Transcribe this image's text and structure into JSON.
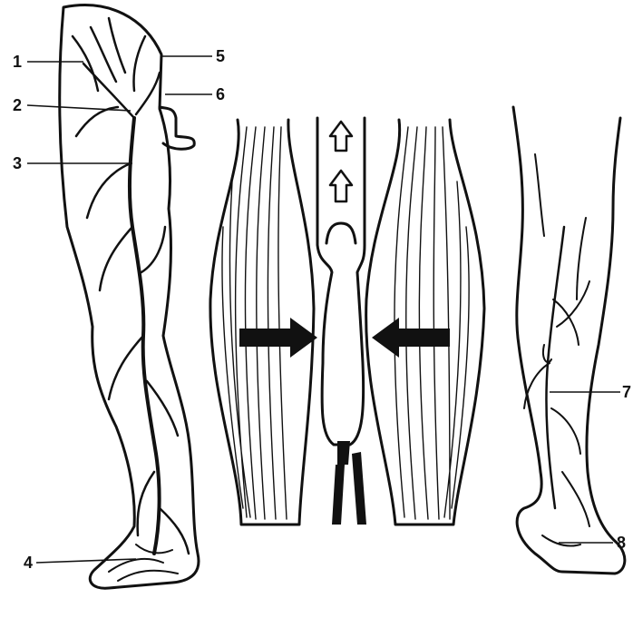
{
  "colors": {
    "ink": "#111111",
    "paper": "#ffffff"
  },
  "labels": {
    "l1": "1",
    "l2": "2",
    "l3": "3",
    "l4": "4",
    "l5": "5",
    "l6": "6",
    "l7": "7",
    "l8": "8"
  }
}
